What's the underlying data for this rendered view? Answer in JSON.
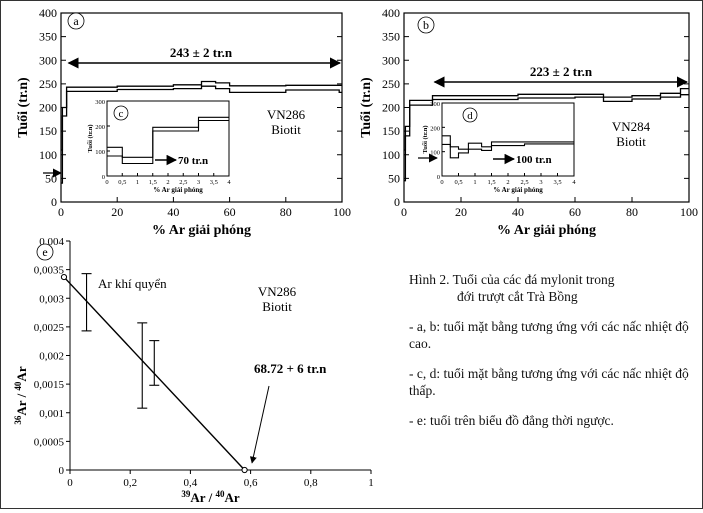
{
  "chart_data": [
    {
      "id": "a",
      "type": "step",
      "panel_label": "a",
      "xlabel": "%   Ar giải phóng",
      "ylabel": "Tuổi (tr.n)",
      "xlim": [
        0,
        100
      ],
      "ylim": [
        0,
        400
      ],
      "xticks": [
        0,
        20,
        40,
        60,
        80,
        100
      ],
      "yticks": [
        0,
        50,
        100,
        150,
        200,
        250,
        300,
        350,
        400
      ],
      "sample": "VN286",
      "mineral": "Biotit",
      "plateau_label": "243 ± 2 tr.n",
      "plateau_range": [
        2,
        100
      ],
      "steps_upper": [
        [
          0,
          110
        ],
        [
          0.5,
          110
        ],
        [
          0.5,
          200
        ],
        [
          2,
          200
        ],
        [
          2,
          243
        ],
        [
          20,
          243
        ],
        [
          20,
          245
        ],
        [
          40,
          245
        ],
        [
          40,
          248
        ],
        [
          50,
          248
        ],
        [
          50,
          255
        ],
        [
          55,
          255
        ],
        [
          55,
          252
        ],
        [
          60,
          252
        ],
        [
          60,
          246
        ],
        [
          80,
          246
        ],
        [
          80,
          247
        ],
        [
          99,
          247
        ],
        [
          99,
          247
        ],
        [
          100,
          247
        ]
      ],
      "steps_lower": [
        [
          0,
          40
        ],
        [
          0.5,
          40
        ],
        [
          0.5,
          182
        ],
        [
          2,
          182
        ],
        [
          2,
          234
        ],
        [
          20,
          234
        ],
        [
          20,
          238
        ],
        [
          40,
          238
        ],
        [
          40,
          240
        ],
        [
          50,
          240
        ],
        [
          50,
          245
        ],
        [
          55,
          245
        ],
        [
          55,
          240
        ],
        [
          60,
          240
        ],
        [
          60,
          232
        ],
        [
          80,
          232
        ],
        [
          80,
          237
        ],
        [
          99,
          237
        ],
        [
          99,
          232
        ],
        [
          100,
          232
        ]
      ],
      "inset": {
        "label": "c",
        "xlabel": "%   Ar giải phóng",
        "ylabel": "Tuổi (tr.n)",
        "xlim": [
          0,
          4
        ],
        "ylim": [
          0,
          300
        ],
        "xticks": [
          "0",
          "0,5",
          "1",
          "1,5",
          "2",
          "2,5",
          "3",
          "3,5",
          "4"
        ],
        "yticks": [
          "0",
          "100",
          "200",
          "300"
        ],
        "age_label": "70 tr.n",
        "steps_upper": [
          [
            0,
            115
          ],
          [
            0.5,
            115
          ],
          [
            0.5,
            75
          ],
          [
            1.5,
            75
          ],
          [
            1.5,
            195
          ],
          [
            3,
            195
          ],
          [
            3,
            235
          ],
          [
            4,
            235
          ]
        ],
        "steps_lower": [
          [
            0,
            80
          ],
          [
            0.5,
            80
          ],
          [
            0.5,
            50
          ],
          [
            1.5,
            50
          ],
          [
            1.5,
            180
          ],
          [
            3,
            180
          ],
          [
            3,
            222
          ],
          [
            4,
            222
          ]
        ]
      }
    },
    {
      "id": "b",
      "type": "step",
      "panel_label": "b",
      "xlabel": "%   Ar giải phóng",
      "ylabel": "Tuổi (tr.n)",
      "xlim": [
        0,
        100
      ],
      "ylim": [
        0,
        400
      ],
      "xticks": [
        0,
        20,
        40,
        60,
        80,
        100
      ],
      "yticks": [
        0,
        50,
        100,
        150,
        200,
        250,
        300,
        350,
        400
      ],
      "sample": "VN284",
      "mineral": "Biotit",
      "plateau_label": "223 ± 2 tr.n",
      "plateau_range": [
        10,
        100
      ],
      "steps_upper": [
        [
          0,
          110
        ],
        [
          0.5,
          110
        ],
        [
          0.5,
          160
        ],
        [
          2,
          160
        ],
        [
          2,
          215
        ],
        [
          10,
          215
        ],
        [
          10,
          225
        ],
        [
          40,
          225
        ],
        [
          40,
          228
        ],
        [
          60,
          228
        ],
        [
          60,
          228
        ],
        [
          70,
          228
        ],
        [
          70,
          222
        ],
        [
          80,
          222
        ],
        [
          80,
          225
        ],
        [
          90,
          225
        ],
        [
          90,
          230
        ],
        [
          97,
          230
        ],
        [
          97,
          240
        ],
        [
          100,
          240
        ]
      ],
      "steps_lower": [
        [
          0,
          45
        ],
        [
          0.5,
          45
        ],
        [
          0.5,
          140
        ],
        [
          2,
          140
        ],
        [
          2,
          205
        ],
        [
          10,
          205
        ],
        [
          10,
          217
        ],
        [
          40,
          217
        ],
        [
          40,
          220
        ],
        [
          60,
          220
        ],
        [
          60,
          222
        ],
        [
          70,
          222
        ],
        [
          70,
          213
        ],
        [
          80,
          213
        ],
        [
          80,
          218
        ],
        [
          90,
          218
        ],
        [
          90,
          222
        ],
        [
          97,
          222
        ],
        [
          97,
          227
        ],
        [
          100,
          227
        ]
      ],
      "inset": {
        "label": "d",
        "xlabel": "%   Ar giải phóng",
        "ylabel": "Tuổi (tr.n)",
        "xlim": [
          0,
          4
        ],
        "ylim": [
          0,
          300
        ],
        "xticks": [
          "0",
          "0,5",
          "1",
          "1,5",
          "2",
          "2,5",
          "3",
          "3,5",
          "4"
        ],
        "yticks": [
          "0",
          "100",
          "200",
          "300"
        ],
        "age_label": "100 tr.n",
        "steps_upper": [
          [
            0,
            165
          ],
          [
            0.25,
            165
          ],
          [
            0.25,
            120
          ],
          [
            0.5,
            120
          ],
          [
            0.5,
            110
          ],
          [
            0.8,
            110
          ],
          [
            0.8,
            135
          ],
          [
            1.2,
            135
          ],
          [
            1.2,
            120
          ],
          [
            1.5,
            120
          ],
          [
            1.5,
            140
          ],
          [
            2.5,
            140
          ],
          [
            2.5,
            140
          ],
          [
            4,
            140
          ]
        ],
        "steps_lower": [
          [
            0,
            130
          ],
          [
            0.25,
            130
          ],
          [
            0.25,
            75
          ],
          [
            0.5,
            75
          ],
          [
            0.5,
            95
          ],
          [
            0.8,
            95
          ],
          [
            0.8,
            110
          ],
          [
            1.2,
            110
          ],
          [
            1.2,
            105
          ],
          [
            1.5,
            105
          ],
          [
            1.5,
            125
          ],
          [
            2.5,
            125
          ],
          [
            2.5,
            132
          ],
          [
            4,
            132
          ]
        ]
      }
    },
    {
      "id": "e",
      "type": "scatter",
      "panel_label": "e",
      "xlabel": "39Ar / 40Ar",
      "ylabel": "36Ar / 40Ar",
      "xlim": [
        0,
        1
      ],
      "ylim": [
        0,
        0.004
      ],
      "xticks": [
        "0",
        "0,2",
        "0,4",
        "0,6",
        "0,8",
        "1"
      ],
      "yticks": [
        "0",
        "0,0005",
        "0,001",
        "0,0015",
        "0,002",
        "0,0025",
        "0,003",
        "0,0035",
        "0,004"
      ],
      "sample": "VN286",
      "mineral": "Biotit",
      "atm_label": "Ar khí quyển",
      "age_label": "68.72 + 6 tr.n",
      "line": [
        [
          -0.02,
          0.00337
        ],
        [
          0.58,
          0.0
        ]
      ],
      "points": [
        {
          "x": -0.02,
          "y": 0.00337
        },
        {
          "x": 0.58,
          "y": 0.0
        }
      ],
      "error_bars": [
        {
          "x": 0.055,
          "y_low": 0.00243,
          "y_high": 0.00343
        },
        {
          "x": 0.24,
          "y_low": 0.00108,
          "y_high": 0.00257
        },
        {
          "x": 0.28,
          "y_low": 0.00148,
          "y_high": 0.00226
        }
      ]
    }
  ],
  "caption": {
    "title_1": "Hình 2. Tuổi của các đá mylonit trong",
    "title_2": "đới trượt cắt Trà Bồng",
    "item_ab": "- a, b: tuổi mặt bằng tương ứng với các nấc nhiệt độ cao.",
    "item_cd": "- c, d: tuổi mặt bằng tương ứng với các nấc nhiệt độ thấp.",
    "item_e": "- e: tuổi trên biểu đồ đẳng thời ngược."
  }
}
